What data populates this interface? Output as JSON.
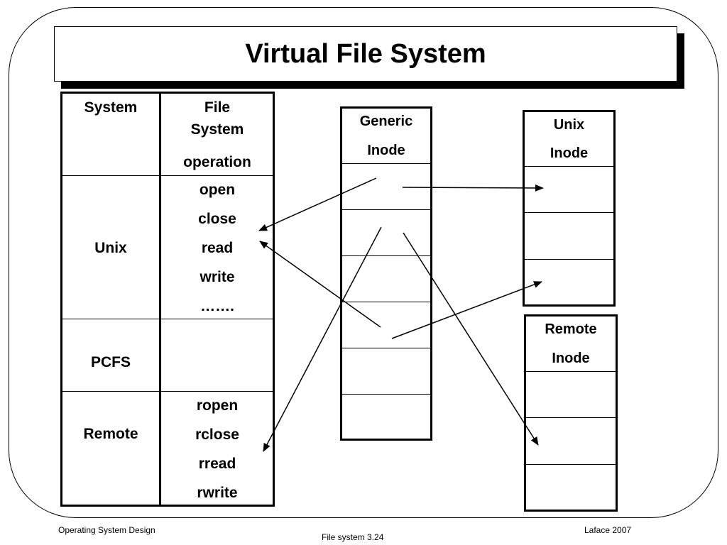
{
  "slide": {
    "title": "Virtual File System"
  },
  "table": {
    "header": {
      "system": "System",
      "fs_operation_line1": "File",
      "fs_operation_line2": "System",
      "fs_operation_line3": "operation"
    },
    "rows": [
      {
        "system": "Unix",
        "operations": [
          "open",
          "close",
          "read",
          "write",
          "……."
        ]
      },
      {
        "system": "PCFS",
        "operations": []
      },
      {
        "system": "Remote",
        "operations": [
          "ropen",
          "rclose",
          "rread",
          "rwrite"
        ]
      }
    ]
  },
  "generic_inode": {
    "label_line1": "Generic",
    "label_line2": "Inode",
    "slots": 6
  },
  "unix_inode": {
    "label_line1": "Unix",
    "label_line2": "Inode",
    "slots": 3
  },
  "remote_inode": {
    "label_line1": "Remote",
    "label_line2": "Inode",
    "slots": 3
  },
  "footer": {
    "left": "Operating System Design",
    "center": "File system 3.24",
    "right": "Laface 2007"
  }
}
